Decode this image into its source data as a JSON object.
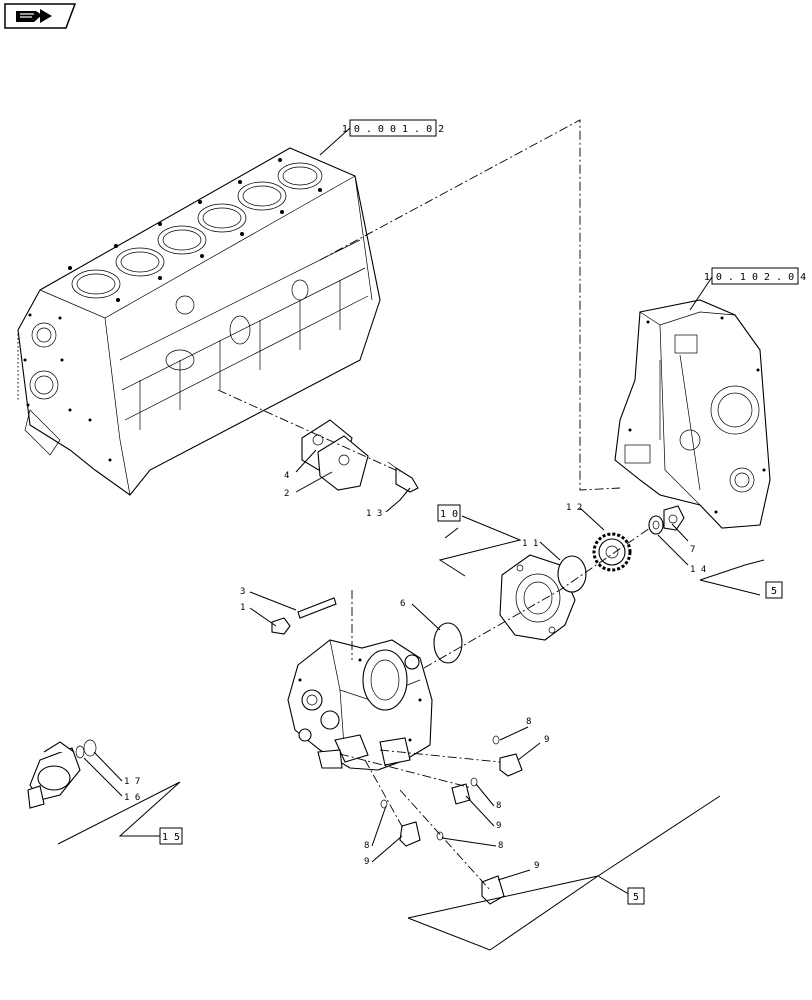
{
  "nav": {
    "icon": "page-forward-icon"
  },
  "references": {
    "engine_block": "10.001.02",
    "timing_cover": "10.102.04"
  },
  "boxes": {
    "pump_kit": "10",
    "valve_kit": "15",
    "seal_kit_right": "5",
    "seal_kit_bottom": "5"
  },
  "callouts": {
    "c1": "1",
    "c2": "2",
    "c3": "3",
    "c4": "4",
    "c6": "6",
    "c7": "7",
    "c8a": "8",
    "c8b": "8",
    "c8c": "8",
    "c8d": "8",
    "c9a": "9",
    "c9b": "9",
    "c9c": "9",
    "c9d": "9",
    "c11": "11",
    "c12": "12",
    "c13": "13",
    "c14": "14",
    "c16": "16",
    "c17": "17"
  }
}
